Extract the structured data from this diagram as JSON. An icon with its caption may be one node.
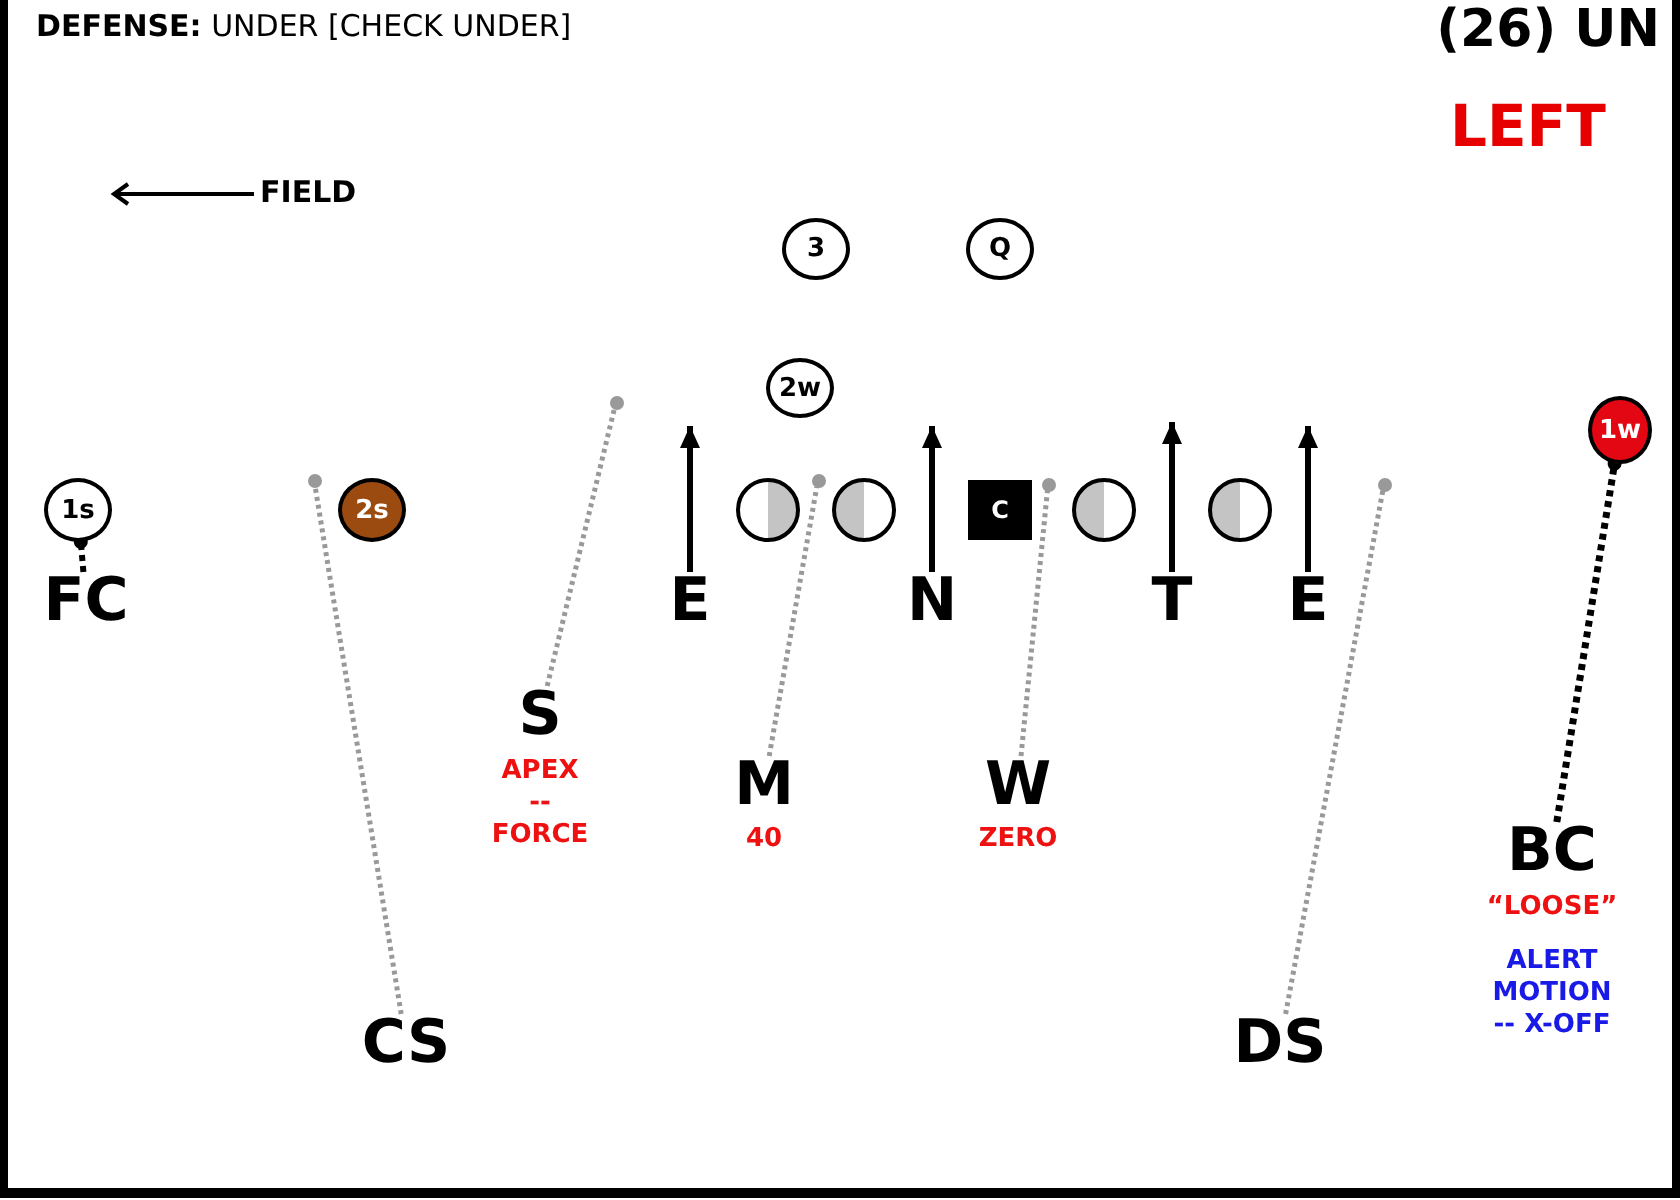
{
  "diagram": {
    "title": "**DEFENSE:** UNDER [CHECK UNDER]",
    "nodes": [
      {
        "text": [
          "3"
        ]
      },
      {
        "text": [
          "Q"
        ]
      },
      {
        "text": [
          "2w"
        ]
      },
      {
        "text": [],
        "shape": "circle"
      },
      {
        "text": [
          "1w"
        ]
      },
      {
        "text": [
          "1s"
        ]
      },
      {
        "text": [],
        "shape": "circle"
      },
      {
        "text": [
          "2s"
        ]
      },
      {
        "text": [],
        "shape": "circle"
      },
      {
        "text": [],
        "shape": "circle"
      },
      {
        "text": [],
        "shape": "circle"
      },
      {
        "text": [
          "C"
        ]
      },
      {
        "text": [],
        "shape": "circle"
      },
      {
        "text": [],
        "shape": "circle"
      },
      {
        "text": [],
        "shape": "circle"
      },
      {
        "text": [],
        "shape": "circle"
      },
      {
        "text": [
          "FC"
        ]
      },
      {
        "text": [
          "E"
        ]
      },
      {
        "text": [
          "N"
        ]
      },
      {
        "text": [
          "T"
        ]
      },
      {
        "text": [
          "E"
        ]
      },
      {
        "text": [
          "S"
        ],
        "beside": [
          "APEX -- FORCE"
        ]
      },
      {
        "text": [
          "M"
        ],
        "beside": [
          "40"
        ]
      },
      {
        "text": [
          "W"
        ],
        "beside": [
          "ZERO"
        ]
      },
      {
        "text": [
          "BC"
        ],
        "beside": [
          "“LOOSE”",
          "ALERT MOTION -- X-OFF"
        ]
      },
      {
        "text": [
          "CS"
        ]
      },
      {
        "text": [
          "DS"
        ]
      }
    ],
    "edges": [
      {
        "from": 16,
        "to": 5,
        "arrow": "other",
        "style": "dashed"
      },
      {
        "from": 25,
        "to": 6,
        "arrow": "none",
        "style": "dashed",
        "color": "#999999"
      },
      {
        "from": 21,
        "to": 3,
        "arrow": "none",
        "style": "dashed",
        "color": "#999999"
      },
      {
        "from": 22,
        "to": 9,
        "arrow": "none",
        "style": "dashed",
        "color": "#999999"
      },
      {
        "from": 23,
        "to": 12,
        "arrow": "none",
        "style": "dashed",
        "color": "#999999"
      },
      {
        "from": 26,
        "to": 15,
        "arrow": "none",
        "style": "dashed",
        "color": "#999999"
      },
      {
        "from": 24,
        "to": 4,
        "arrow": "other",
        "style": "dashed"
      },
      {
        "from": 17,
        "to": null,
        "arrow": "to"
      },
      {
        "from": 18,
        "to": null,
        "arrow": "to"
      },
      {
        "from": 19,
        "to": null,
        "arrow": "to"
      },
      {
        "from": 20,
        "to": null,
        "arrow": "to"
      }
    ],
    "labels": [
      "(26) UN",
      "LEFT",
      "FIELD"
    ]
  }
}
